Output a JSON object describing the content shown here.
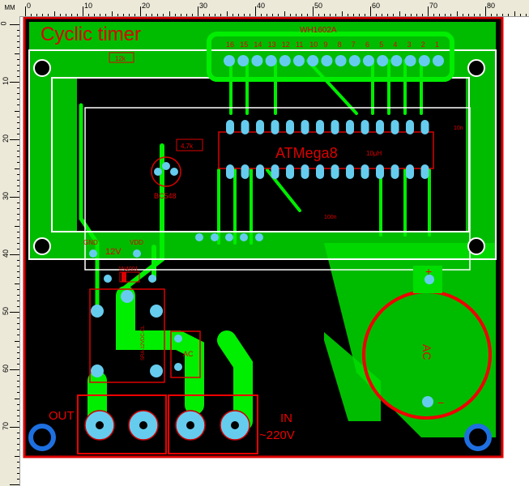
{
  "ruler": {
    "unit": "MM",
    "top_labels": [
      "0",
      "10",
      "20",
      "30",
      "40",
      "50",
      "60",
      "70",
      "80"
    ],
    "left_labels": [
      "0",
      "10",
      "20",
      "30",
      "40",
      "50",
      "60",
      "70"
    ]
  },
  "board": {
    "title": "Cyclic timer",
    "lcd_label": "WH1602A",
    "lcd_pins": [
      "16",
      "15",
      "14",
      "13",
      "12",
      "11",
      "10",
      "9",
      "8",
      "7",
      "6",
      "5",
      "4",
      "3",
      "2",
      "1"
    ],
    "mcu_label": "ATMega8",
    "transistor_label": "BC548",
    "inductor_label": "10µH",
    "cap_label": "100n",
    "cap_small_label": "10n",
    "resistor_labels": [
      "12k",
      "4,7k"
    ],
    "power_labels": {
      "gnd": "GND",
      "vdd": "VDD",
      "v12": "12V"
    },
    "diode_label": "1N4001",
    "relay_label": "SRA-12VDC-CL",
    "ac_label": "AC",
    "out_label": "OUT",
    "in_label": "IN",
    "mains_label": "~220V",
    "cap_plus": "+",
    "cap_minus": "−",
    "big_cap_label": "AC"
  },
  "colors": {
    "copper": "#00ee00",
    "board": "#000000",
    "silk": "#dd0000",
    "pad": "#66ccee",
    "outline": "#ffffff"
  }
}
